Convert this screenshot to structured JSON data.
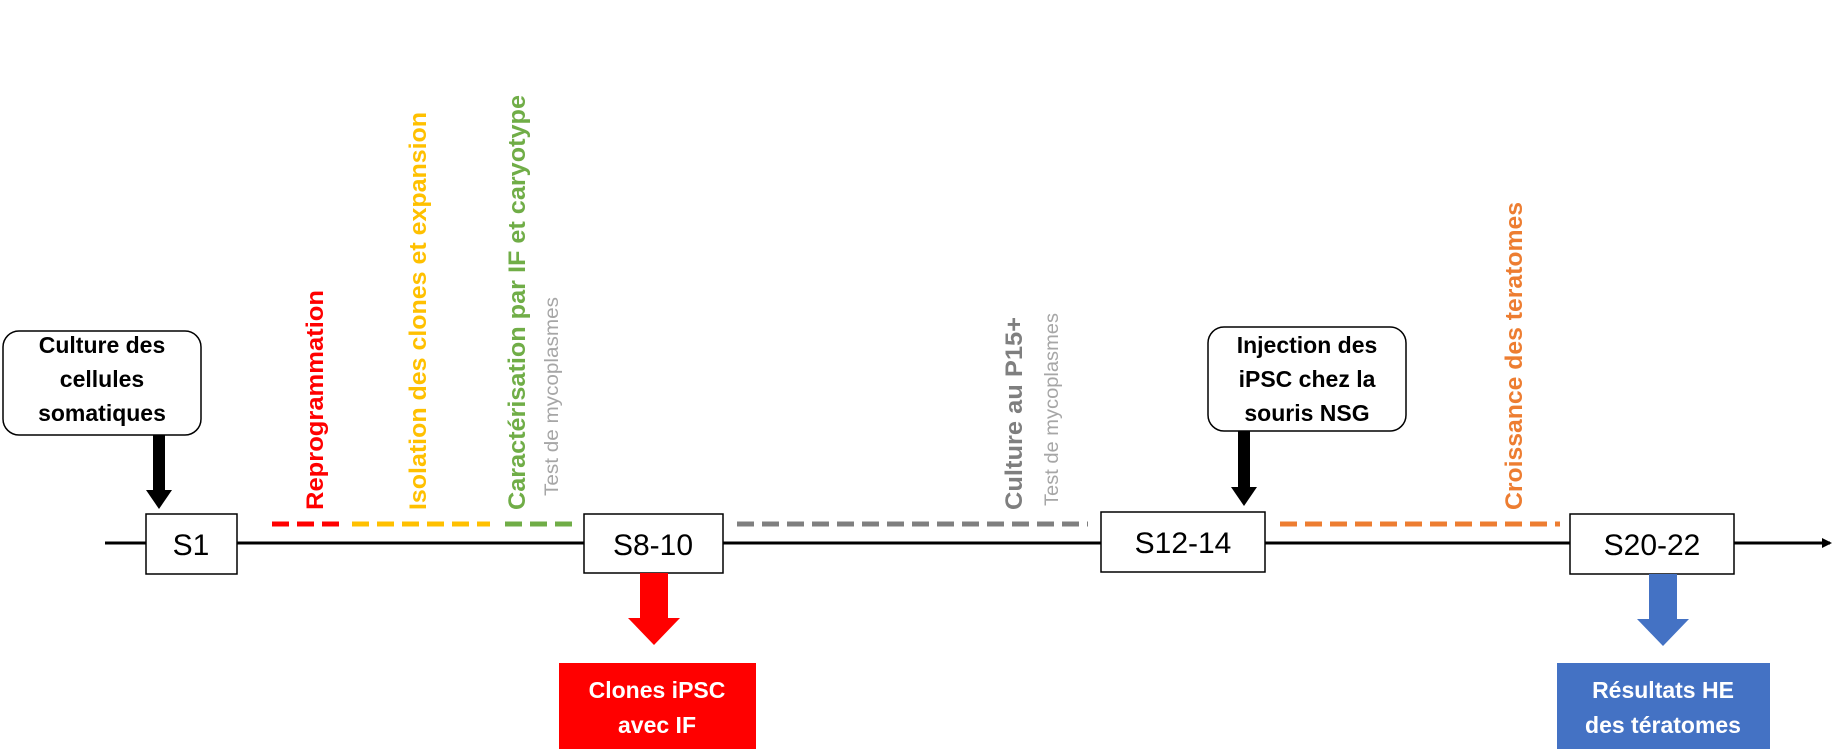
{
  "stages": {
    "s1": "S1",
    "s8_10": "S8-10",
    "s12_14": "S12-14",
    "s20_22": "S20-22"
  },
  "callouts": {
    "culture": [
      "Culture des",
      "cellules",
      "somatiques"
    ],
    "injection": [
      "Injection des",
      "iPSC chez la",
      "souris NSG"
    ]
  },
  "results": {
    "clones": [
      "Clones iPSC",
      "avec IF"
    ],
    "he": [
      "Résultats HE",
      "des tératomes"
    ]
  },
  "phases": {
    "reprogrammation": "Reprogrammation",
    "isolation": "Isolation des clones et expansion",
    "caracterisation": "Caractérisation par IF et caryotype",
    "test1": "Test de mycoplasmes",
    "culture_p15": "Culture au P15+",
    "test2": "Test de mycoplasmes",
    "croissance": "Croissance des teratomes"
  },
  "colors": {
    "red": "#ff0000",
    "yellow": "#ffc000",
    "green": "#70ad47",
    "gray": "#7f7f7f",
    "lightgray": "#a6a6a6",
    "orange": "#ed7d31",
    "blue": "#4472c4"
  }
}
